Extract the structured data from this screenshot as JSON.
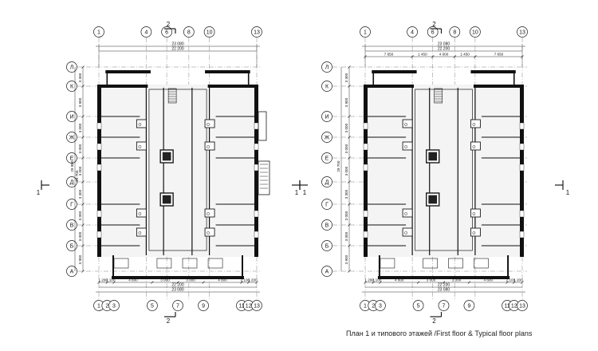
{
  "caption": "План 1 и типового этажей /First floor & Typical floor plans",
  "colors": {
    "line": "#1a1a1a",
    "thin": "#555555",
    "wall": "#111111",
    "fill": "#f4f4f4"
  },
  "axes": {
    "top_numbers": [
      "1",
      "4",
      "6",
      "8",
      "10",
      "13"
    ],
    "bottom_numbers": [
      "1",
      "2",
      "3",
      "5",
      "7",
      "9",
      "11",
      "12",
      "13"
    ],
    "letters": [
      "Л",
      "К",
      "И",
      "Ж",
      "Е",
      "Д",
      "Г",
      "В",
      "Б",
      "А"
    ]
  },
  "section_marks": {
    "vertical": "2",
    "horizontal": "1"
  },
  "plans": [
    {
      "id": "first-floor",
      "top_dims_outer": "23 080",
      "top_dims_inner": "22 200",
      "top_segments": [],
      "bottom_segments": [
        "1 200",
        "2 100",
        "4 800",
        "3 000",
        "3 000",
        "4 800",
        "2 100",
        "1 200"
      ],
      "bottom_total_inner": "22 200",
      "bottom_total_outer": "23 080",
      "left_dims": [
        "3 300",
        "3 900",
        "3 000",
        "3 000",
        "3 000",
        "3 300",
        "3 000",
        "3 000",
        "3 900"
      ],
      "left_overall": [
        "29 980",
        "29 700"
      ]
    },
    {
      "id": "typical-floor",
      "top_dims_outer": "23 080",
      "top_dims_inner": "22 200",
      "top_segments": [
        "7 650",
        "1 450",
        "4 000",
        "1 450",
        "7 650"
      ],
      "bottom_segments": [
        "1 200",
        "2 100",
        "4 600",
        "3 000",
        "3 000",
        "4 600",
        "2 100",
        "1 200"
      ],
      "bottom_total_inner": "22 200",
      "bottom_total_outer": "23 080",
      "left_dims": [
        "3 300",
        "3 900",
        "3 000",
        "3 000",
        "3 000",
        "3 300",
        "3 000",
        "3 000",
        "3 900"
      ],
      "left_overall": [
        "29 700"
      ]
    }
  ]
}
